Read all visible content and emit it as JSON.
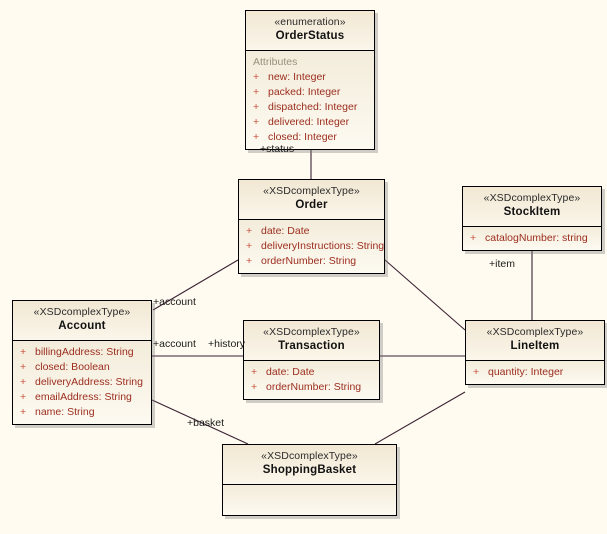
{
  "diagram": {
    "title": "UML Class Diagram",
    "canvas_background": "#fffbf0",
    "class_fill": "#f3ecdb",
    "border_color": "#000000",
    "attribute_color": "#9c2d1e",
    "visibility_color": "#c8503c",
    "connector_color": "#3a2233"
  },
  "classes": [
    {
      "id": "orderstatus",
      "stereotype": "«enumeration»",
      "name": "OrderStatus",
      "section_label": "Attributes",
      "attributes": [
        {
          "visibility": "+",
          "text": "new:  Integer"
        },
        {
          "visibility": "+",
          "text": "packed:  Integer"
        },
        {
          "visibility": "+",
          "text": "dispatched:  Integer"
        },
        {
          "visibility": "+",
          "text": "delivered:  Integer"
        },
        {
          "visibility": "+",
          "text": "closed:  Integer"
        }
      ]
    },
    {
      "id": "order",
      "stereotype": "«XSDcomplexType»",
      "name": "Order",
      "section_label": "",
      "attributes": [
        {
          "visibility": "+",
          "text": "date:  Date"
        },
        {
          "visibility": "+",
          "text": "deliveryInstructions:  String"
        },
        {
          "visibility": "+",
          "text": "orderNumber:  String"
        }
      ]
    },
    {
      "id": "stockitem",
      "stereotype": "«XSDcomplexType»",
      "name": "StockItem",
      "section_label": "",
      "attributes": [
        {
          "visibility": "+",
          "text": "catalogNumber:  string"
        }
      ]
    },
    {
      "id": "account",
      "stereotype": "«XSDcomplexType»",
      "name": "Account",
      "section_label": "",
      "attributes": [
        {
          "visibility": "+",
          "text": "billingAddress:  String"
        },
        {
          "visibility": "+",
          "text": "closed:  Boolean"
        },
        {
          "visibility": "+",
          "text": "deliveryAddress:  String"
        },
        {
          "visibility": "+",
          "text": "emailAddress:  String"
        },
        {
          "visibility": "+",
          "text": "name:  String"
        }
      ]
    },
    {
      "id": "transaction",
      "stereotype": "«XSDcomplexType»",
      "name": "Transaction",
      "section_label": "",
      "attributes": [
        {
          "visibility": "+",
          "text": "date:  Date"
        },
        {
          "visibility": "+",
          "text": "orderNumber:  String"
        }
      ]
    },
    {
      "id": "lineitem",
      "stereotype": "«XSDcomplexType»",
      "name": "LineItem",
      "section_label": "",
      "attributes": [
        {
          "visibility": "+",
          "text": "quantity:  Integer"
        }
      ]
    },
    {
      "id": "shoppingbasket",
      "stereotype": "«XSDcomplexType»",
      "name": "ShoppingBasket",
      "section_label": "",
      "attributes": []
    }
  ],
  "connector_labels": [
    {
      "id": "status",
      "text": "+status"
    },
    {
      "id": "item",
      "text": "+item"
    },
    {
      "id": "account_upper",
      "text": "+account"
    },
    {
      "id": "account_lower",
      "text": "+account"
    },
    {
      "id": "history",
      "text": "+history"
    },
    {
      "id": "basket",
      "text": "+basket"
    }
  ]
}
